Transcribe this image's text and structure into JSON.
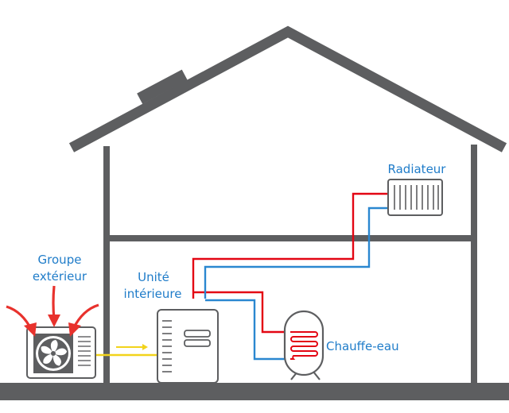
{
  "labels": {
    "groupe_line1": "Groupe",
    "groupe_line2": "extérieur",
    "unite_line1": "Unité",
    "unite_line2": "intérieure",
    "radiateur": "Radiateur",
    "chauffe_eau": "Chauffe-eau"
  },
  "colors": {
    "house": "#5d5e60",
    "label_blue": "#1f7cc9",
    "pipe_red": "#e30613",
    "pipe_blue": "#2a87d0",
    "air_arrow": "#e8322d",
    "yellow_arrow": "#f2d31b"
  },
  "icons": [
    "fan-icon",
    "radiator-icon",
    "water-heater-icon",
    "indoor-unit-icon",
    "air-intake-arrow-icon"
  ]
}
